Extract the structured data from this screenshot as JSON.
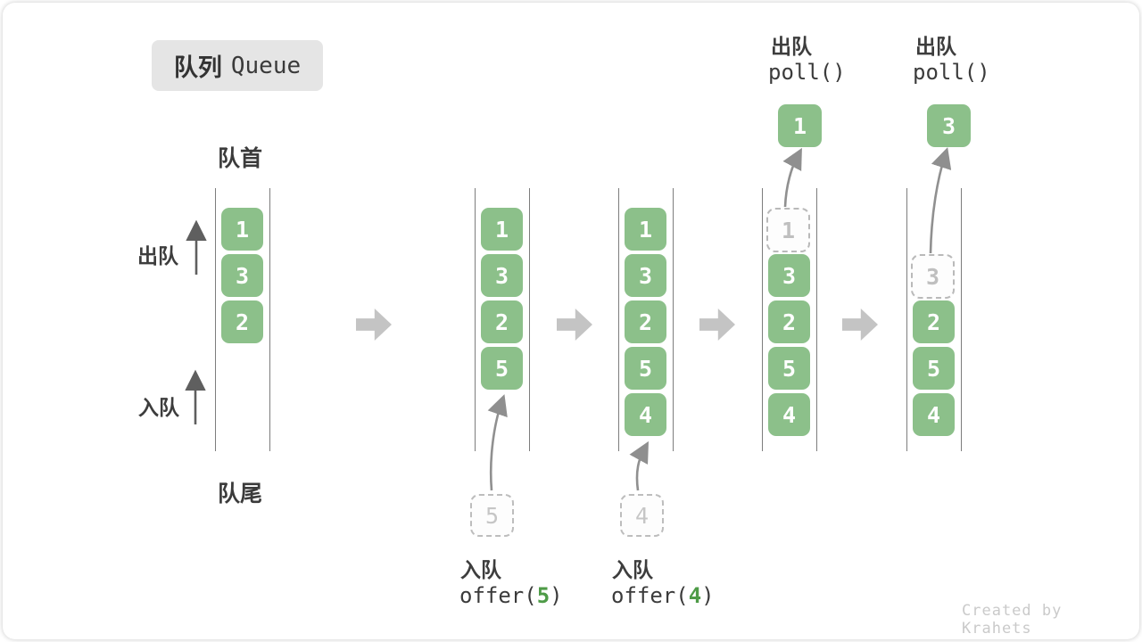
{
  "title": {
    "zh": "队列",
    "en": "Queue"
  },
  "side_labels": {
    "front": "队首",
    "rear": "队尾",
    "dequeue": "出队",
    "enqueue": "入队"
  },
  "ops": {
    "poll_label": "出队",
    "poll_fn": "poll()",
    "offer_label": "入队",
    "offer_open": "offer(",
    "offer_close": ")",
    "offer_arg_5": "5",
    "offer_arg_4": "4"
  },
  "queues": {
    "q1": {
      "items": [
        "1",
        "3",
        "2"
      ]
    },
    "q2": {
      "items": [
        "1",
        "3",
        "2",
        "5"
      ],
      "incoming": "5"
    },
    "q3": {
      "items": [
        "1",
        "3",
        "2",
        "5",
        "4"
      ],
      "incoming": "4"
    },
    "q4": {
      "dashed": "1",
      "items": [
        "3",
        "2",
        "5",
        "4"
      ],
      "popped": "1"
    },
    "q5": {
      "dashed": "3",
      "items": [
        "2",
        "5",
        "4"
      ],
      "popped": "3"
    }
  },
  "colors": {
    "box_green": "#8cc08a",
    "code_green": "#4e9b47",
    "block_arrow_gray": "#c4c4c4",
    "dashed_gray": "#bdbdbd",
    "text_dark": "#3b3b3b"
  },
  "icons": {
    "up_arrow": "up-arrow",
    "right_block_arrow": "right-block-arrow",
    "curved_arrow": "curved-arrow"
  },
  "watermark": "Created by Krahets"
}
